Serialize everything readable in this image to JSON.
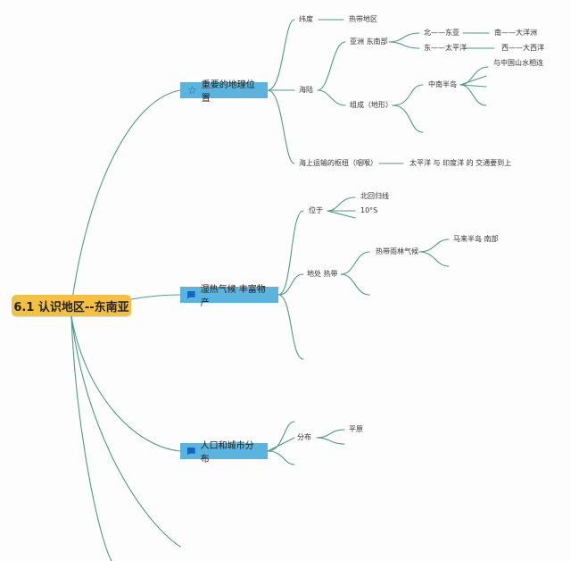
{
  "root": {
    "label": "6.1 认识地区--东南亚"
  },
  "branches": [
    {
      "label": "重要的地理位置",
      "icon": "star-icon",
      "children": {
        "latitude": {
          "label": "纬度",
          "value": "热带地区"
        },
        "sea_land": {
          "label": "海陆",
          "continent": {
            "label": "亚洲 东南部",
            "north": "北——东亚",
            "south": "南——大洋洲",
            "east": "东——太平洋",
            "west": "西——大西洋"
          },
          "composition": {
            "label": "组成（地形）",
            "peninsula": "中南半岛",
            "note": "与中国山水相连"
          }
        },
        "hub": {
          "label": "海上运输的枢纽（咽喉）",
          "value": "太平洋 与 印度洋 的 交通要到上"
        }
      }
    },
    {
      "label": "湿热气候 丰富物产",
      "icon": "flag-icon",
      "children": {
        "position": {
          "label": "位于",
          "tropic": "北回归线",
          "lat": "10°S"
        },
        "zone": {
          "label": "地处 热带",
          "climate": "热带雨林气候",
          "area": "马来半岛 南部"
        }
      }
    },
    {
      "label": "人口和城市分布",
      "icon": "flag-icon",
      "children": {
        "distribution": {
          "label": "分布",
          "value": "平原"
        }
      }
    }
  ],
  "colors": {
    "line": "#4f9a86",
    "root_fill": "#f4c042",
    "branch_fill": "#5bb4dd",
    "icon": "#1565c0"
  }
}
